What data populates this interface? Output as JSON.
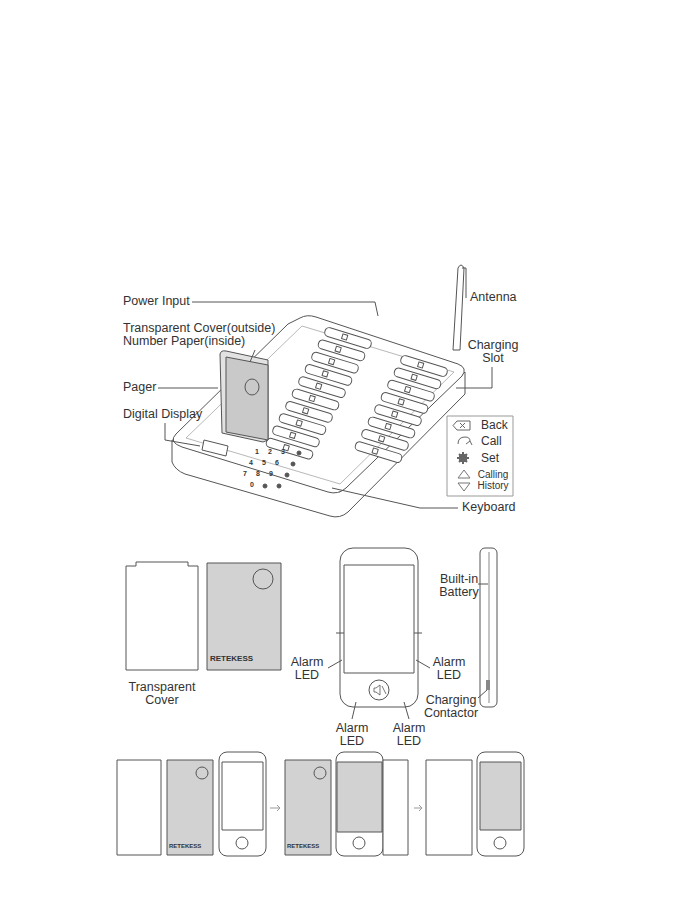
{
  "diagram": {
    "labels": [
      "Power Input",
      "Antenna",
      "Transparent Cover(outside) Number Paper(inside)",
      "Charging Slot",
      "Pager",
      "Digital Display",
      "1",
      "2",
      "3",
      "4",
      "5",
      "6",
      "7",
      "8",
      "9",
      "0",
      "Keyboard",
      "Transparent Cover",
      "RETEKESS",
      "Built-in Battery",
      "Alarm LED",
      "Alarm LED",
      "Charging Contactor",
      "Alarm LED",
      "Alarm LED",
      "RETEKESS",
      "RETEKESS"
    ],
    "legend": [
      {
        "text": "Back"
      },
      {
        "text": "Call"
      },
      {
        "text": "Set"
      },
      {
        "text": "Calling History"
      }
    ]
  }
}
